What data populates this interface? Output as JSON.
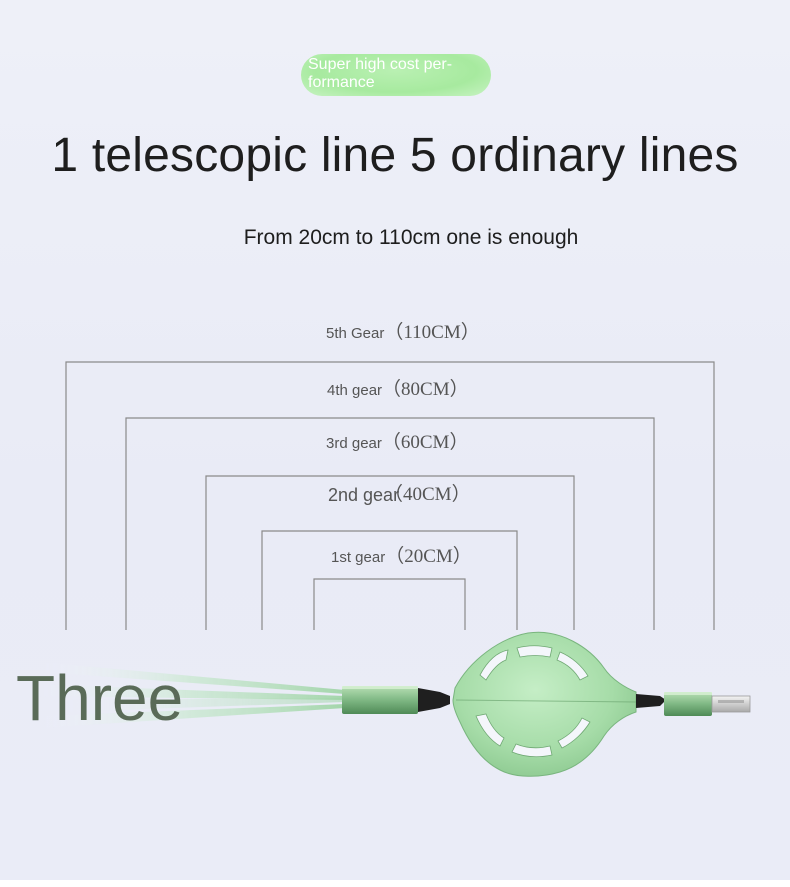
{
  "badge": {
    "text": "Super high cost per-formance"
  },
  "headline": "1 telescopic line 5 ordinary lines",
  "subline": "From 20cm to 110cm one is enough",
  "gears": [
    {
      "name": "5th Gear",
      "length": "（110CM）"
    },
    {
      "name": "4th gear",
      "length": "（80CM）"
    },
    {
      "name": "3rd gear",
      "length": "（60CM）"
    },
    {
      "name": "2nd gear",
      "length": "（40CM）"
    },
    {
      "name": "1st gear",
      "length": "（20CM）"
    }
  ],
  "product_label": "Three",
  "colors": {
    "badge_green": "#a7ea9f",
    "housing_green": "#9fd9a2",
    "frame_line": "#8a8a8a"
  },
  "icons": {
    "cable_reel": "retractable-cable-icon",
    "usb_plug": "usb-a-plug-icon"
  }
}
